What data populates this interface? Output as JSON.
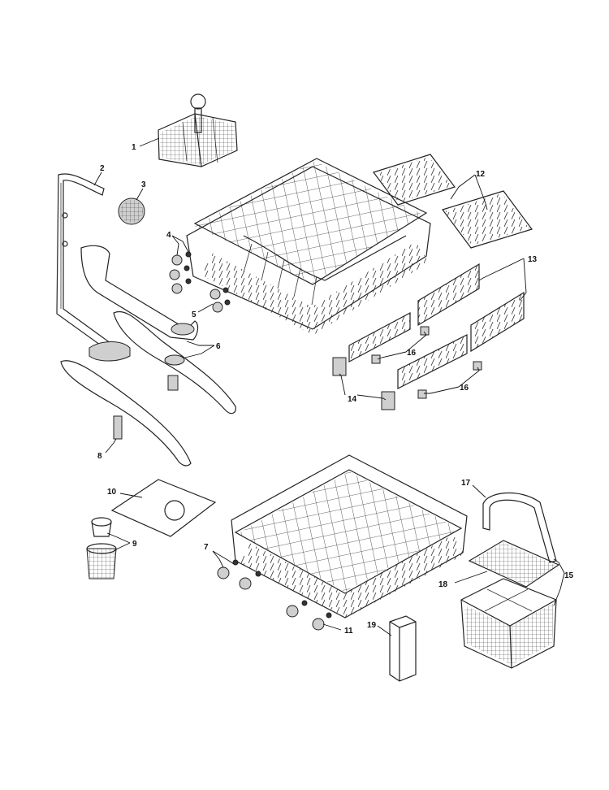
{
  "callouts": [
    {
      "id": "1",
      "label": "1"
    },
    {
      "id": "2",
      "label": "2"
    },
    {
      "id": "3",
      "label": "3"
    },
    {
      "id": "4",
      "label": "4"
    },
    {
      "id": "5",
      "label": "5"
    },
    {
      "id": "6",
      "label": "6"
    },
    {
      "id": "7",
      "label": "7"
    },
    {
      "id": "8",
      "label": "8"
    },
    {
      "id": "9",
      "label": "9"
    },
    {
      "id": "10",
      "label": "10"
    },
    {
      "id": "11",
      "label": "11"
    },
    {
      "id": "12",
      "label": "12"
    },
    {
      "id": "13",
      "label": "13"
    },
    {
      "id": "14",
      "label": "14"
    },
    {
      "id": "15",
      "label": "15"
    },
    {
      "id": "16a",
      "label": "16"
    },
    {
      "id": "16b",
      "label": "16"
    },
    {
      "id": "17",
      "label": "17"
    },
    {
      "id": "18",
      "label": "18"
    },
    {
      "id": "19",
      "label": "19"
    }
  ]
}
